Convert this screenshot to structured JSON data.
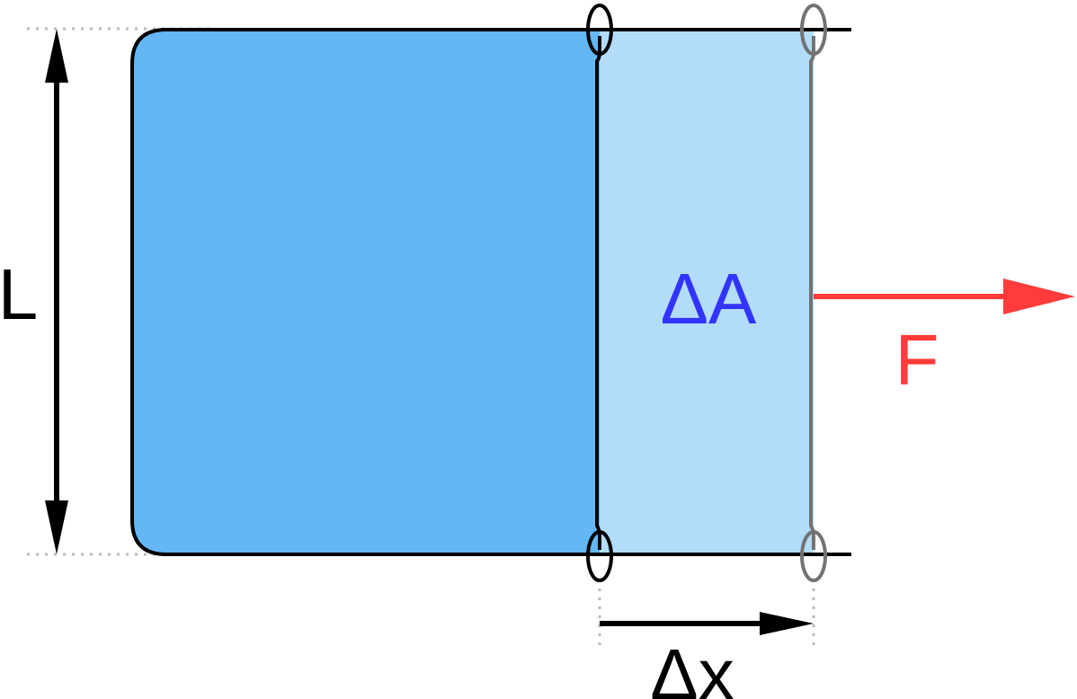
{
  "labels": {
    "length": "L",
    "area_change": "ΔA",
    "force": "F",
    "displacement": "Δx"
  },
  "colors": {
    "film_original": "#64b7f6",
    "film_extension": "#b2dcf8",
    "outline": "#000000",
    "moved_wire": "#737373",
    "force": "#ff3b3b",
    "area_label": "#3333ff",
    "guide": "#bbbbbb"
  }
}
